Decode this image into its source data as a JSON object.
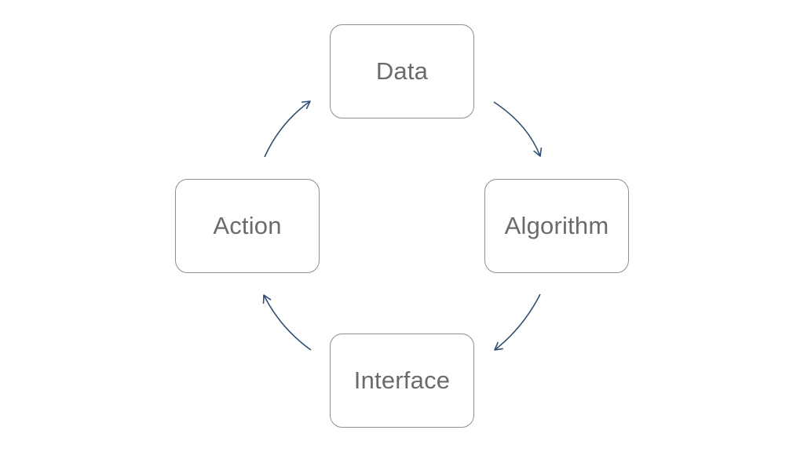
{
  "diagram": {
    "nodes": [
      {
        "id": "data",
        "label": "Data"
      },
      {
        "id": "algorithm",
        "label": "Algorithm"
      },
      {
        "id": "interface",
        "label": "Interface"
      },
      {
        "id": "action",
        "label": "Action"
      }
    ],
    "edges": [
      {
        "from": "data",
        "to": "algorithm"
      },
      {
        "from": "algorithm",
        "to": "interface"
      },
      {
        "from": "interface",
        "to": "action"
      },
      {
        "from": "action",
        "to": "data"
      }
    ],
    "colors": {
      "arrow": "#2f4f73",
      "node_border": "#8f8f8f",
      "node_text": "#6b6b6b"
    }
  }
}
